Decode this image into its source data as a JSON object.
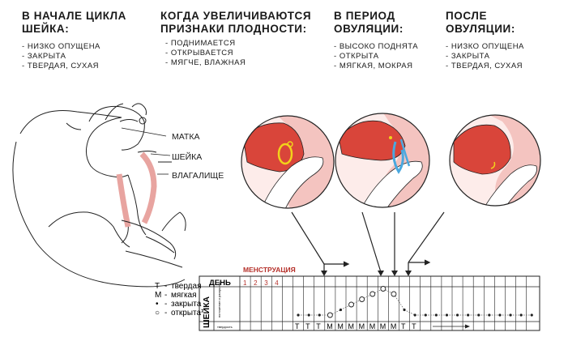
{
  "columns": [
    {
      "heading": "В НАЧАЛЕ ЦИКЛА\nШЕЙКА:",
      "items": [
        "НИЗКО ОПУЩЕНА",
        "ЗАКРЫТА",
        "ТВЕРДАЯ, СУХАЯ"
      ]
    },
    {
      "heading": "КОГДА УВЕЛИЧИВАЮТСЯ\nПРИЗНАКИ ПЛОДНОСТИ:",
      "items": [
        "ПОДНИМАЕТСЯ",
        "ОТКРЫВАЕТСЯ",
        "МЯГЧЕ, ВЛАЖНАЯ"
      ]
    },
    {
      "heading": "В ПЕРИОД\nОВУЛЯЦИИ:",
      "items": [
        "ВЫСОКО ПОДНЯТА",
        "ОТКРЫТА",
        "МЯГКАЯ, МОКРАЯ"
      ]
    },
    {
      "heading": "ПОСЛЕ\nОВУЛЯЦИИ:",
      "items": [
        "НИЗКО ОПУЩЕНА",
        "ЗАКРЫТА",
        "ТВЕРДАЯ, СУХАЯ"
      ]
    }
  ],
  "anatomy_labels": {
    "uterus": "МАТКА",
    "cervix": "ШЕЙКА",
    "vagina": "ВЛАГАЛИЩЕ"
  },
  "legend": [
    {
      "symbol": "Т",
      "text": "твердая"
    },
    {
      "symbol": "М",
      "text": "мягкая"
    },
    {
      "symbol": "•",
      "text": "закрыта"
    },
    {
      "symbol": "○",
      "text": "открыта"
    }
  ],
  "chart": {
    "menstruation_label": "МЕНСТРУАЦИЯ",
    "day_label": "ДЕНЬ",
    "side_label": "ШЕЙКА",
    "sublabel_position": "положение и раскрытие",
    "sublabel_firmness": "твердость",
    "menstruation_days": [
      "1",
      "2",
      "3",
      "4"
    ],
    "firmness_row": [
      "",
      "",
      "",
      "",
      "",
      "Т",
      "Т",
      "Т",
      "М",
      "М",
      "М",
      "М",
      "М",
      "М",
      "М",
      "Т",
      "Т",
      "",
      "",
      "",
      "",
      "",
      "",
      "",
      "",
      "",
      "",
      ""
    ],
    "cervix_marks": [
      {
        "day": 6,
        "level": 0,
        "open": false
      },
      {
        "day": 7,
        "level": 0,
        "open": false
      },
      {
        "day": 8,
        "level": 0,
        "open": false
      },
      {
        "day": 9,
        "level": 0,
        "open": true
      },
      {
        "day": 10,
        "level": 1,
        "open": false
      },
      {
        "day": 11,
        "level": 2,
        "open": true
      },
      {
        "day": 12,
        "level": 3,
        "open": true
      },
      {
        "day": 13,
        "level": 4,
        "open": true
      },
      {
        "day": 14,
        "level": 5,
        "open": true
      },
      {
        "day": 15,
        "level": 4,
        "open": true
      },
      {
        "day": 16,
        "level": 1,
        "open": false
      },
      {
        "day": 17,
        "level": 0,
        "open": false
      },
      {
        "day": 18,
        "level": 0,
        "open": false
      },
      {
        "day": 19,
        "level": 0,
        "open": false
      },
      {
        "day": 20,
        "level": 0,
        "open": false
      },
      {
        "day": 21,
        "level": 0,
        "open": false
      },
      {
        "day": 22,
        "level": 0,
        "open": false
      },
      {
        "day": 23,
        "level": 0,
        "open": false
      },
      {
        "day": 24,
        "level": 0,
        "open": false
      },
      {
        "day": 25,
        "level": 0,
        "open": false
      },
      {
        "day": 26,
        "level": 0,
        "open": false
      },
      {
        "day": 27,
        "level": 0,
        "open": false
      },
      {
        "day": 28,
        "level": 0,
        "open": false
      }
    ]
  },
  "colors": {
    "pink": "#e8a4a0",
    "tissue": "#f4c4c0",
    "cervix_red": "#d9453a",
    "mucus_yellow": "#f2d21a",
    "mucus_blue": "#4aa8df",
    "menstruation_red": "#b5302a"
  }
}
